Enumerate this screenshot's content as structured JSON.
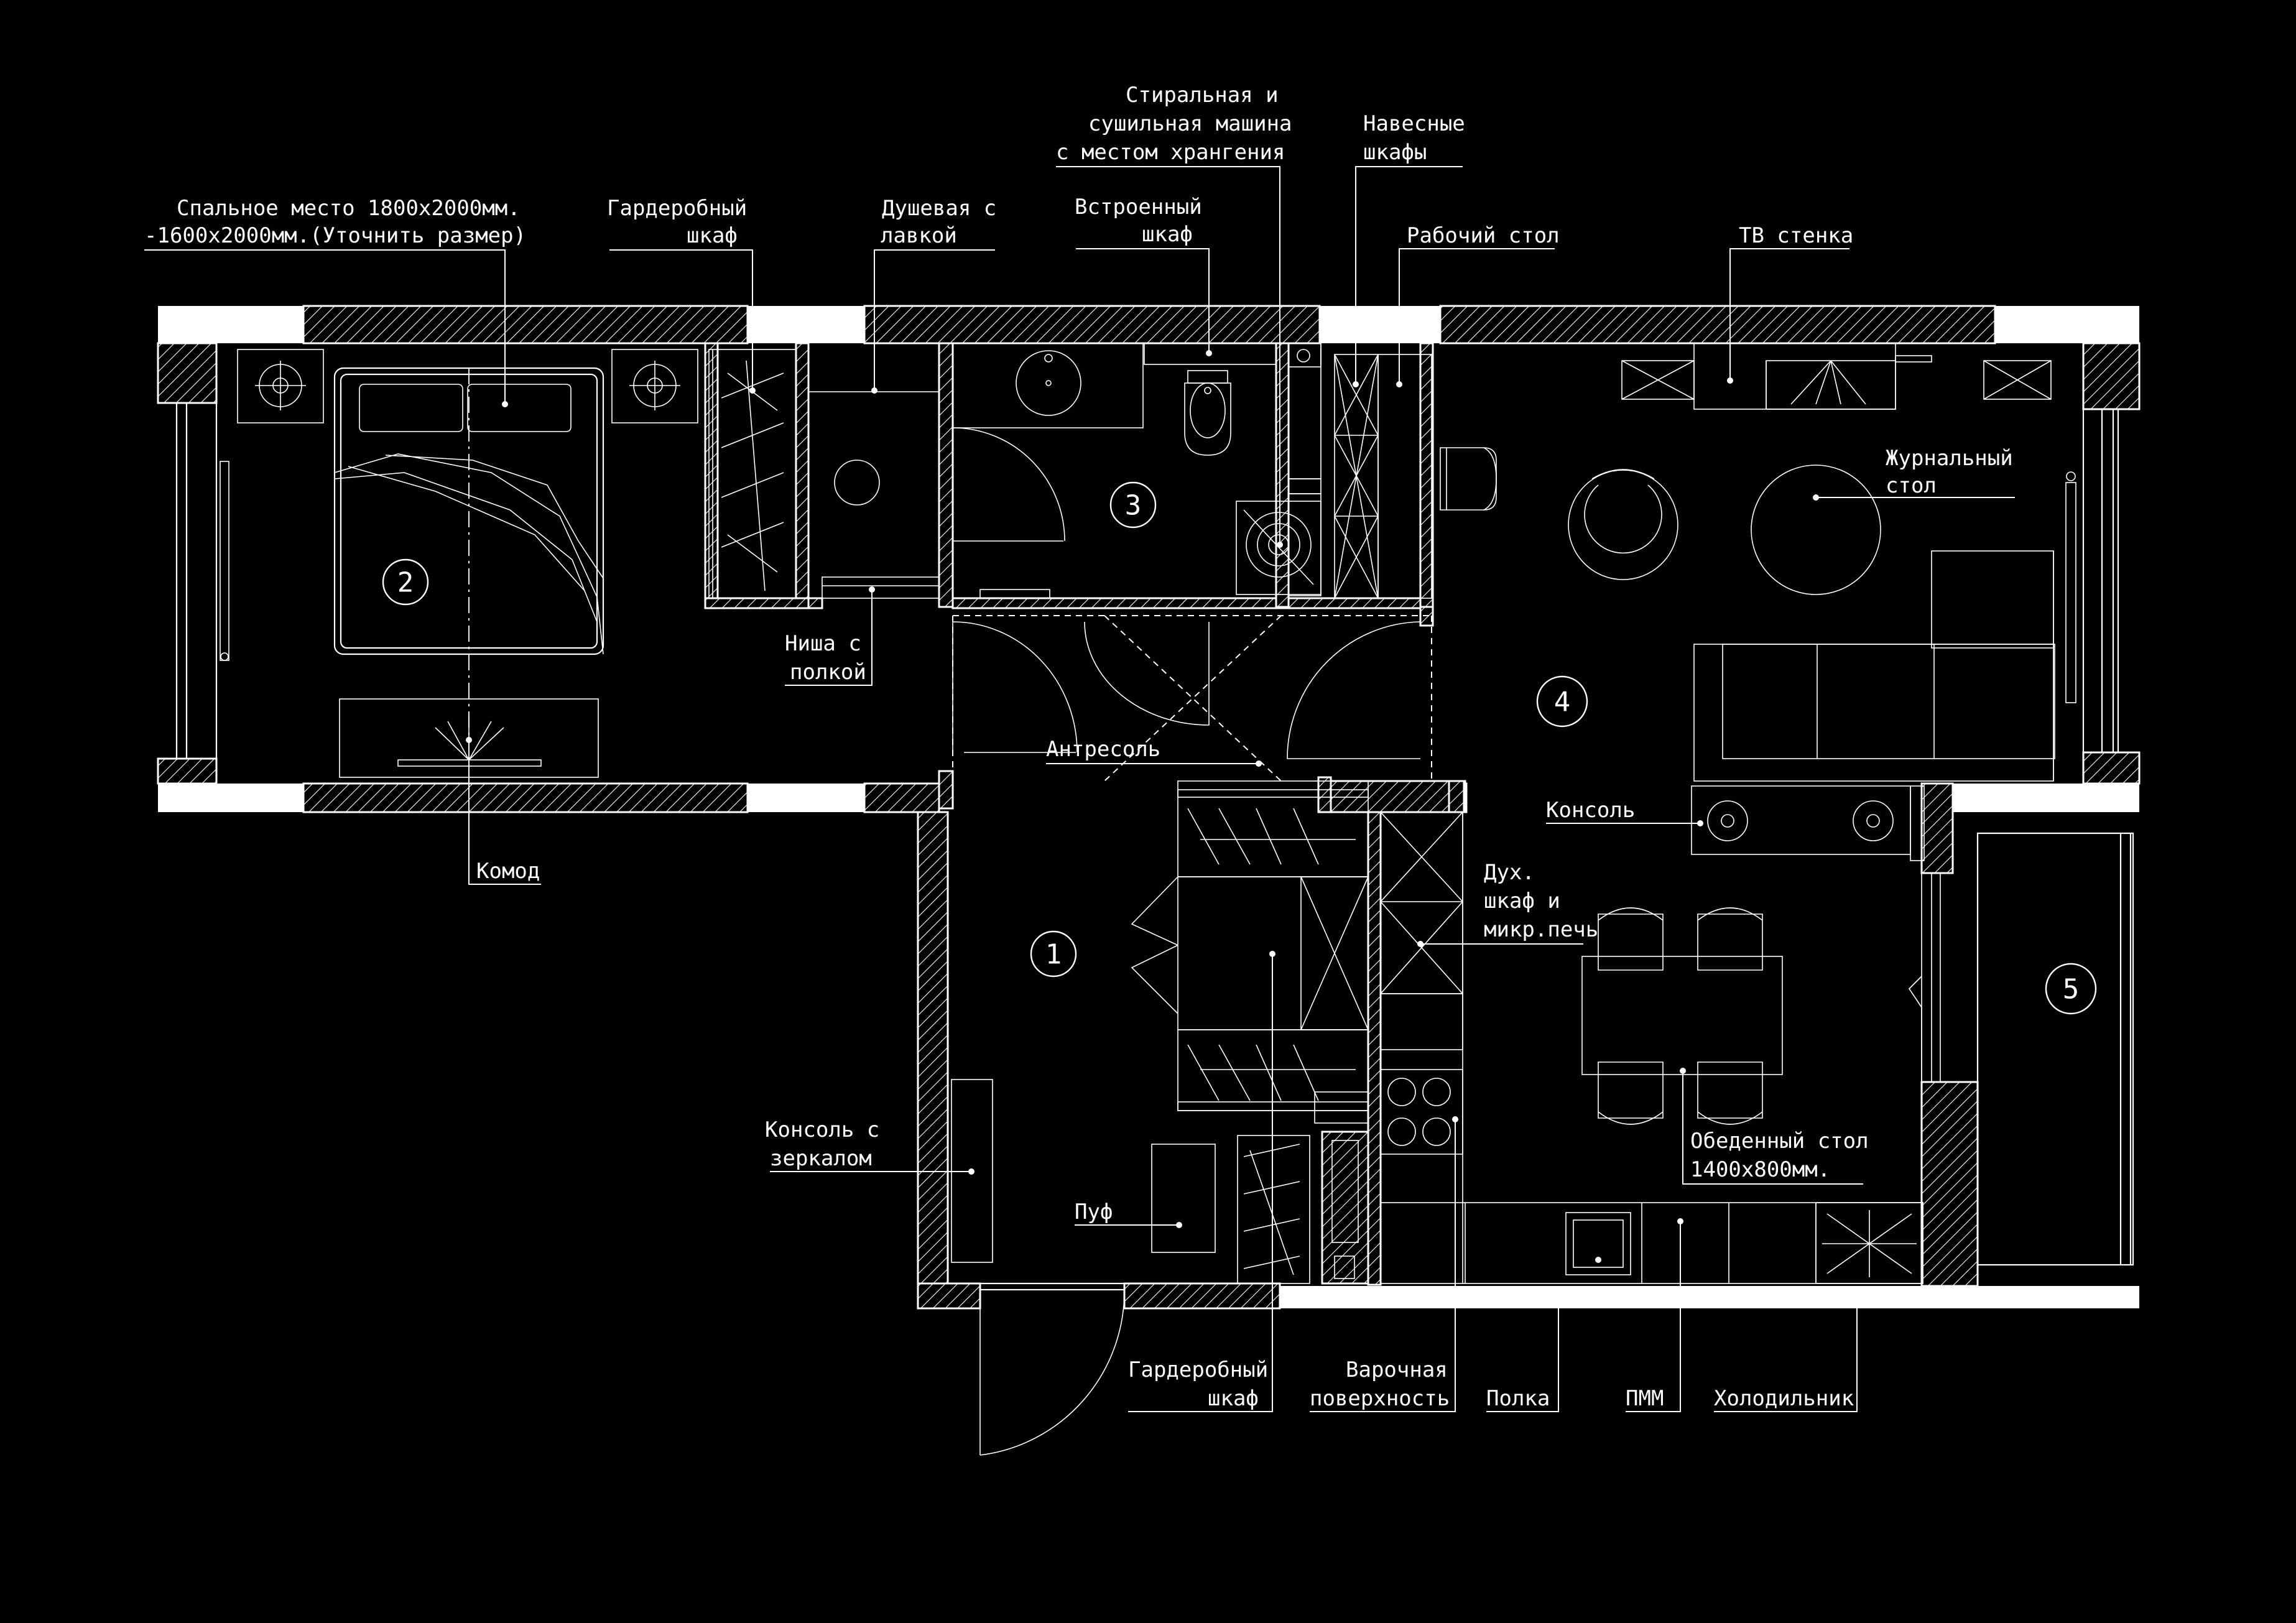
{
  "rooms": [
    "1",
    "2",
    "3",
    "4",
    "5"
  ],
  "labels": {
    "bed": [
      "Спальное место 1800х2000мм.",
      "-1600х2000мм.(Уточнить размер)"
    ],
    "wardrobe_bedroom": [
      "Гардеробный",
      "шкаф"
    ],
    "shower": [
      "Душевая с",
      "лавкой"
    ],
    "builtin": [
      "Встроенный",
      "шкаф"
    ],
    "washer": [
      "Стиральная и",
      "сушильная машина",
      "с местом хрангения"
    ],
    "wall_cabinets": [
      "Навесные",
      "шкафы"
    ],
    "desk": [
      "Рабочий стол"
    ],
    "tv": [
      "ТВ стенка"
    ],
    "coffee_table": [
      "Журнальный",
      "стол"
    ],
    "niche": [
      "Ниша с",
      "полкой"
    ],
    "mezzanine": [
      "Антресоль"
    ],
    "console": [
      "Консоль"
    ],
    "oven": [
      "Дух.",
      "шкаф и",
      "микр.печь"
    ],
    "dresser": [
      "Комод"
    ],
    "console_mirror": [
      "Консоль с",
      "зеркалом"
    ],
    "pouf": [
      "Пуф"
    ],
    "dining_table": [
      "Обеденный стол",
      "1400х800мм."
    ],
    "wardrobe_hall": [
      "Гардеробный",
      "шкаф"
    ],
    "hob": [
      "Варочная",
      "поверхность"
    ],
    "shelf": [
      "Полка"
    ],
    "dishwasher": [
      "ПММ"
    ],
    "fridge": [
      "Холодильник"
    ]
  },
  "colors": {
    "background": "#000000",
    "lines": "#ffffff"
  },
  "icons": [
    "bed-icon",
    "nightstand-lamp-icon",
    "toilet-icon",
    "sink-icon",
    "washing-machine-icon",
    "armchair-icon",
    "coffee-table-icon",
    "sofa-icon",
    "dining-chair-icon",
    "hob-icon",
    "fridge-icon",
    "door-swing-icon"
  ]
}
